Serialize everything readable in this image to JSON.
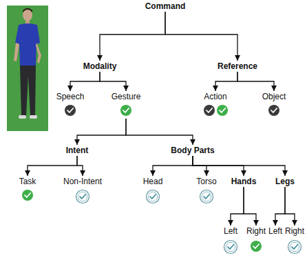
{
  "diagram": {
    "nodes": [
      {
        "text": [
          "Command"
        ]
      },
      {
        "text": [
          "Modality"
        ]
      },
      {
        "text": [
          "Reference"
        ]
      },
      {
        "text": [
          "Speech"
        ]
      },
      {
        "text": [
          "Gesture"
        ]
      },
      {
        "text": [
          "Action"
        ]
      },
      {
        "text": [
          "Object"
        ]
      },
      {
        "text": [
          "Intent"
        ]
      },
      {
        "text": [
          "Body Parts"
        ]
      },
      {
        "text": [
          "Task"
        ]
      },
      {
        "text": [
          "Non-Intent"
        ]
      },
      {
        "text": [
          "Head"
        ]
      },
      {
        "text": [
          "Torso"
        ]
      },
      {
        "text": [
          "Hands"
        ]
      },
      {
        "text": [
          "Legs"
        ]
      },
      {
        "text": [
          "Left"
        ]
      },
      {
        "text": [
          "Right"
        ]
      },
      {
        "text": [
          "Left"
        ]
      },
      {
        "text": [
          "Right"
        ]
      }
    ],
    "edges": [
      {
        "from": 0,
        "to": 1,
        "arrow": "to"
      },
      {
        "from": 0,
        "to": 2,
        "arrow": "to"
      },
      {
        "from": 1,
        "to": 3,
        "arrow": "to"
      },
      {
        "from": 1,
        "to": 4,
        "arrow": "to"
      },
      {
        "from": 2,
        "to": 5,
        "arrow": "to"
      },
      {
        "from": 2,
        "to": 6,
        "arrow": "to"
      },
      {
        "from": 4,
        "to": 7,
        "arrow": "to"
      },
      {
        "from": 4,
        "to": 8,
        "arrow": "to"
      },
      {
        "from": 7,
        "to": 9,
        "arrow": "to"
      },
      {
        "from": 7,
        "to": 10,
        "arrow": "to"
      },
      {
        "from": 8,
        "to": 11,
        "arrow": "to"
      },
      {
        "from": 8,
        "to": 12,
        "arrow": "to"
      },
      {
        "from": 8,
        "to": 13,
        "arrow": "to"
      },
      {
        "from": 8,
        "to": 14,
        "arrow": "to"
      },
      {
        "from": 13,
        "to": 15,
        "arrow": "to"
      },
      {
        "from": 13,
        "to": 16,
        "arrow": "to"
      },
      {
        "from": 14,
        "to": 17,
        "arrow": "to"
      },
      {
        "from": 14,
        "to": 18,
        "arrow": "to"
      }
    ]
  }
}
